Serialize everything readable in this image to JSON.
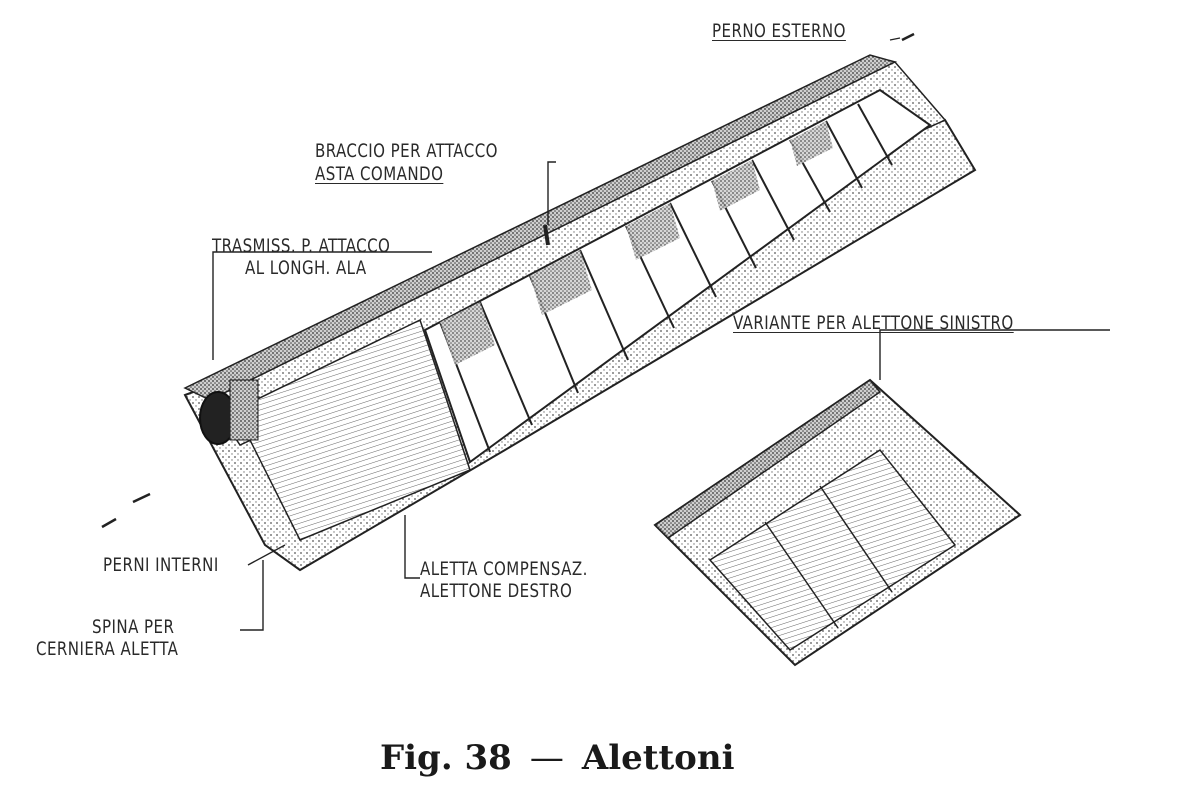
{
  "labels": {
    "perno_esterno": "PERNO ESTERNO",
    "braccio_1": "BRACCIO PER ATTACCO",
    "braccio_2": "ASTA COMANDO",
    "trasmiss_1": "TRASMISS. P. ATTACCO",
    "trasmiss_2": "AL LONGH. ALA",
    "variante": "VARIANTE PER ALETTONE SINISTRO",
    "perni_interni": "PERNI INTERNI",
    "spina_1": "SPINA PER",
    "spina_2": "CERNIERA ALETTA",
    "aletta_1": "ALETTA COMPENSAZ.",
    "aletta_2": "ALETTONE DESTRO"
  },
  "caption": {
    "fig": "Fig. 38",
    "dash": "—",
    "title": "Alettoni"
  }
}
